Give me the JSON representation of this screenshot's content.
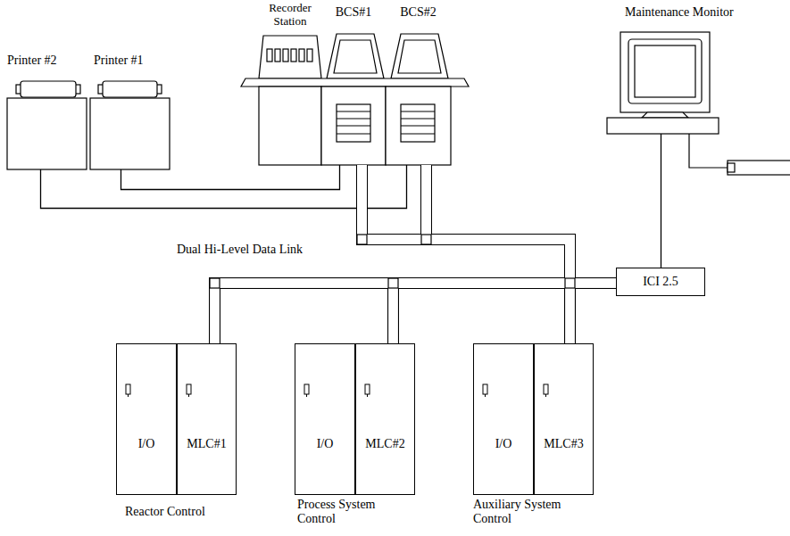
{
  "diagram": {
    "nodes": [
      {
        "text": [
          "Printer #2"
        ]
      },
      {
        "text": [
          "Printer #1"
        ]
      },
      {
        "text": [
          "Recorder Station"
        ]
      },
      {
        "text": [
          "BCS#1"
        ]
      },
      {
        "text": [
          "BCS#2"
        ]
      },
      {
        "text": [
          "Maintenance Monitor"
        ]
      },
      {
        "text": [
          "ICI 2.5"
        ]
      },
      {
        "text": [
          "Reactor Control"
        ]
      },
      {
        "text": [
          "I/O"
        ],
        "in": 7
      },
      {
        "text": [
          "MLC#1"
        ],
        "in": 7
      },
      {
        "text": [
          "Process System Control"
        ]
      },
      {
        "text": [
          "I/O"
        ],
        "in": 10
      },
      {
        "text": [
          "MLC#2"
        ],
        "in": 10
      },
      {
        "text": [
          "Auxiliary System Control"
        ]
      },
      {
        "text": [
          "I/O"
        ],
        "in": 13
      },
      {
        "text": [
          "MLC#3"
        ],
        "in": 13
      }
    ],
    "edges": [
      {
        "from": 0,
        "to": 4,
        "arrow": "none"
      },
      {
        "from": 1,
        "to": 3,
        "arrow": "none"
      },
      {
        "from": 3,
        "to": 9,
        "arrow": "none"
      },
      {
        "from": 3,
        "to": 12,
        "arrow": "none"
      },
      {
        "from": 3,
        "to": 15,
        "arrow": "none"
      },
      {
        "from": 3,
        "to": 6,
        "arrow": "none"
      },
      {
        "from": 4,
        "to": 9,
        "arrow": "none"
      },
      {
        "from": 4,
        "to": 12,
        "arrow": "none"
      },
      {
        "from": 4,
        "to": 15,
        "arrow": "none"
      },
      {
        "from": 4,
        "to": 6,
        "arrow": "none"
      },
      {
        "from": 5,
        "to": 6,
        "arrow": "none"
      }
    ],
    "labels": [
      "Dual Hi-Level Data Link"
    ]
  }
}
